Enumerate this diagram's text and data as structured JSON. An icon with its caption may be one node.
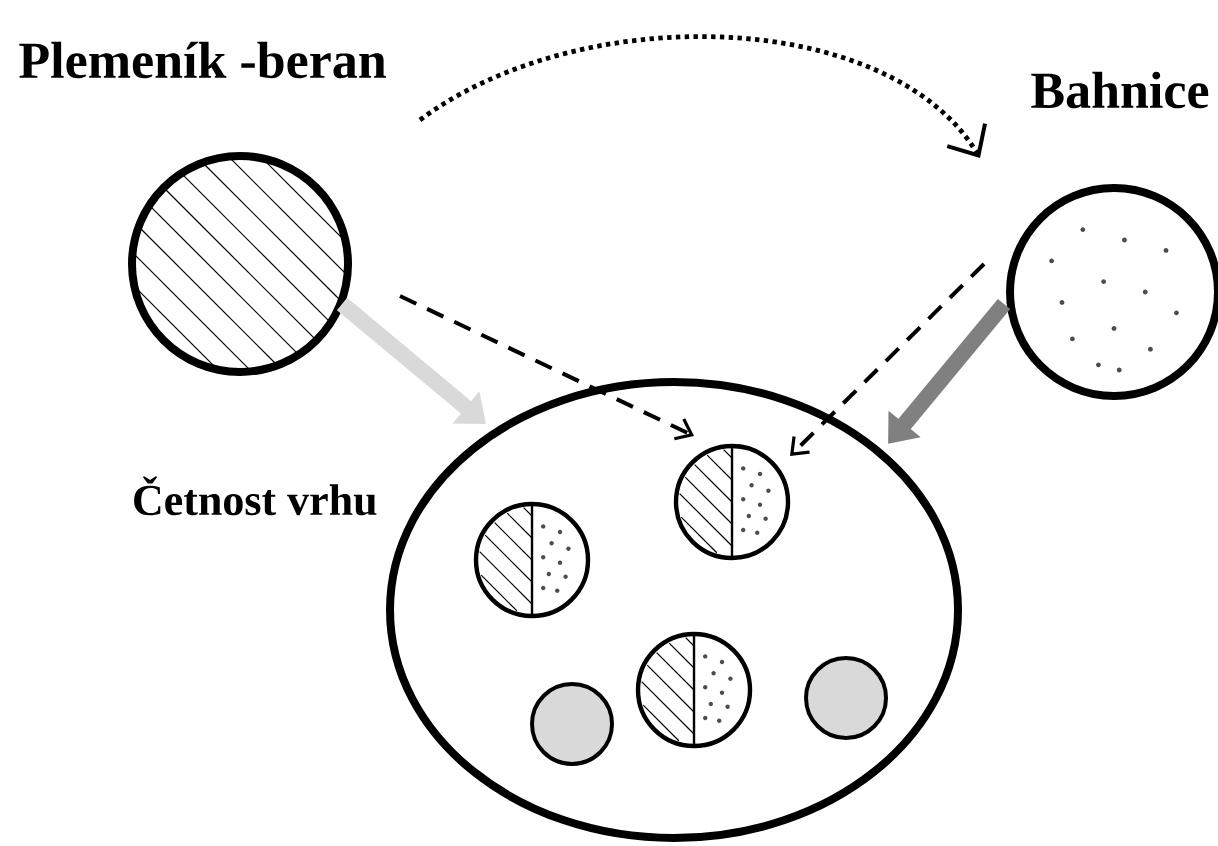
{
  "diagram": {
    "nodes": [
      {
        "text": [
          "Plemeník -beran"
        ]
      },
      {
        "text": [
          "Bahnice"
        ]
      },
      {
        "text": [
          "Četnost vrhu"
        ]
      },
      {
        "text": [],
        "shape": "circle",
        "in": 2
      },
      {
        "text": [],
        "shape": "circle",
        "in": 2
      },
      {
        "text": [],
        "shape": "circle",
        "in": 2
      },
      {
        "text": [],
        "shape": "circle",
        "in": 2
      },
      {
        "text": [],
        "shape": "circle",
        "in": 2
      }
    ],
    "edges": [
      {
        "from": 0,
        "to": 2,
        "arrow": "to",
        "style": "thick",
        "color": "#d9d9d9"
      },
      {
        "from": 1,
        "to": 2,
        "arrow": "to",
        "style": "thick",
        "color": "#808080"
      },
      {
        "from": 0,
        "to": 3,
        "arrow": "to",
        "style": "dashed"
      },
      {
        "from": 1,
        "to": 3,
        "arrow": "to",
        "style": "dashed"
      },
      {
        "from": 0,
        "to": 1,
        "arrow": "to",
        "style": "dashed"
      }
    ]
  }
}
